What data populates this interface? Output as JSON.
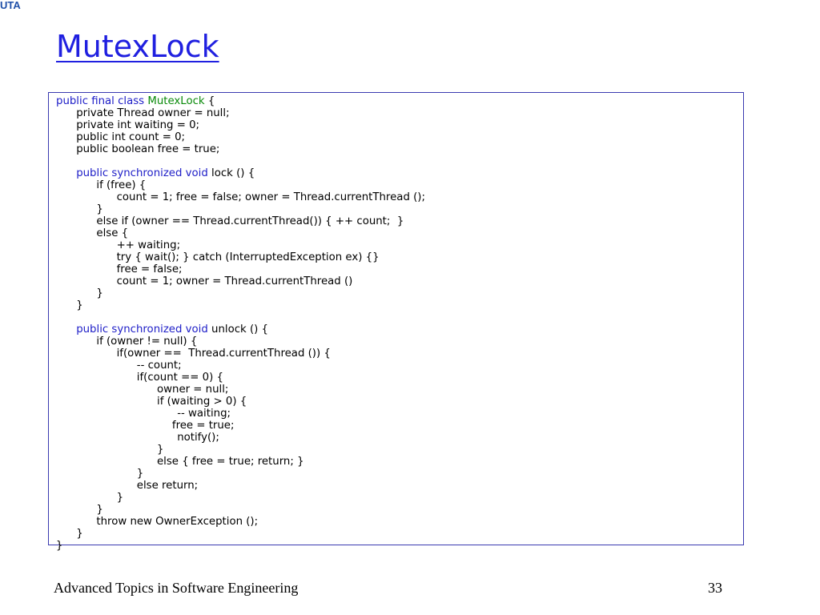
{
  "logo": "UTA",
  "title": "MutexLock",
  "colors": {
    "title": "#2020e0",
    "keyword": "#2020c8",
    "class_name": "#0a8a0a",
    "border": "#3a3ab0"
  },
  "code_lines": [
    [
      {
        "t": "public final class ",
        "c": "kw"
      },
      {
        "t": "MutexLock",
        "c": "cls"
      },
      {
        "t": " {"
      }
    ],
    [
      {
        "t": "    private Thread owner = null;"
      }
    ],
    [
      {
        "t": "    private int waiting = 0;"
      }
    ],
    [
      {
        "t": "    public int count = 0;"
      }
    ],
    [
      {
        "t": "    public boolean free = true;"
      }
    ],
    [],
    [
      {
        "t": "    "
      },
      {
        "t": "public synchronized void",
        "c": "kw"
      },
      {
        "t": " lock () {"
      }
    ],
    [
      {
        "t": "        if (free) {"
      }
    ],
    [
      {
        "t": "            count = 1; free = false; owner = Thread.currentThread ();"
      }
    ],
    [
      {
        "t": "        }"
      }
    ],
    [
      {
        "t": "        else if (owner == Thread.currentThread()) { ++ count;  }"
      }
    ],
    [
      {
        "t": "        else {"
      }
    ],
    [
      {
        "t": "            ++ waiting;"
      }
    ],
    [
      {
        "t": "            try { wait(); } catch (InterruptedException ex) {}"
      }
    ],
    [
      {
        "t": "            free = false;"
      }
    ],
    [
      {
        "t": "            count = 1; owner = Thread.currentThread ()"
      }
    ],
    [
      {
        "t": "        }"
      }
    ],
    [
      {
        "t": "    }"
      }
    ],
    [],
    [
      {
        "t": "    "
      },
      {
        "t": "public synchronized void",
        "c": "kw"
      },
      {
        "t": " unlock () {"
      }
    ],
    [
      {
        "t": "        if (owner != null) {"
      }
    ],
    [
      {
        "t": "            if(owner ==  Thread.currentThread ()) {"
      }
    ],
    [
      {
        "t": "                -- count;"
      }
    ],
    [
      {
        "t": "                if(count == 0) {"
      }
    ],
    [
      {
        "t": "                    owner = null;"
      }
    ],
    [
      {
        "t": "                    if (waiting > 0) {"
      }
    ],
    [
      {
        "t": "                        -- waiting;"
      }
    ],
    [
      {
        "t": "                       free = true;"
      }
    ],
    [
      {
        "t": "                        notify();"
      }
    ],
    [
      {
        "t": "                    }"
      }
    ],
    [
      {
        "t": "                    else { free = true; return; }"
      }
    ],
    [
      {
        "t": "                }"
      }
    ],
    [
      {
        "t": "                else return;"
      }
    ],
    [
      {
        "t": "            }"
      }
    ],
    [
      {
        "t": "        }"
      }
    ],
    [
      {
        "t": "        throw new OwnerException ();"
      }
    ],
    [
      {
        "t": "    }"
      }
    ],
    [
      {
        "t": "}"
      }
    ]
  ],
  "footer": {
    "left": "Advanced Topics in Software Engineering",
    "page": "33"
  }
}
